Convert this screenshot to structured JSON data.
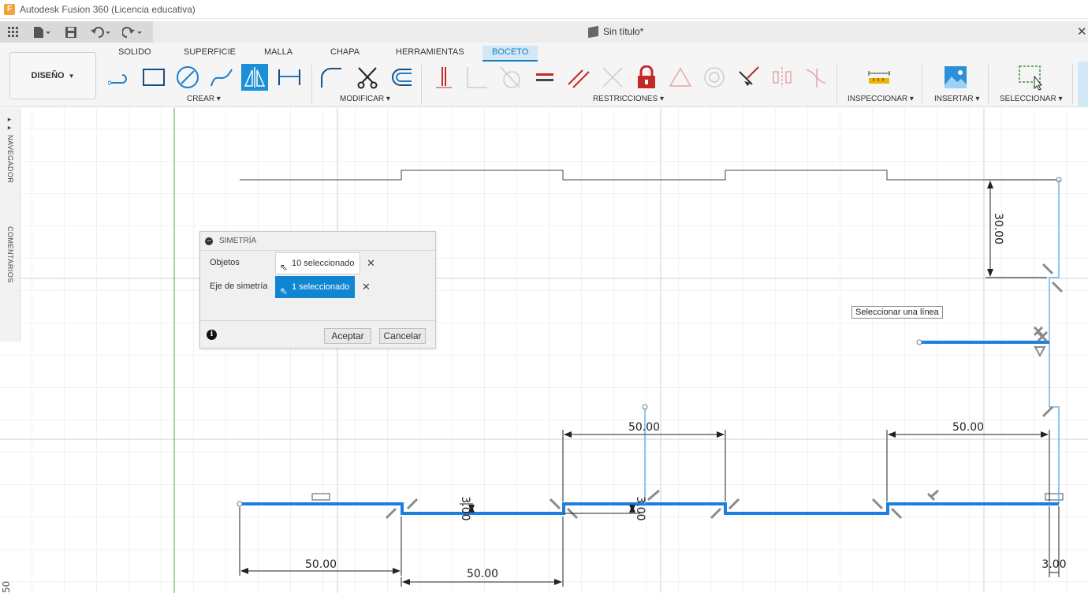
{
  "window": {
    "title": "Autodesk Fusion 360 (Licencia educativa)"
  },
  "document": {
    "name": "Sin título*"
  },
  "ribbon": {
    "workspace": "DISEÑO",
    "tabs": [
      "SOLIDO",
      "SUPERFICIE",
      "MALLA",
      "CHAPA",
      "HERRAMIENTAS",
      "BOCETO"
    ],
    "active_tab": "BOCETO",
    "groups": {
      "create": "CREAR",
      "modify": "MODIFICAR",
      "constraints": "RESTRICCIONES",
      "inspect": "INSPECCIONAR",
      "insert": "INSERTAR",
      "select": "SELECCIONAR"
    }
  },
  "side_panel": {
    "navigator": "NAVEGADOR",
    "comments": "COMENTARIOS"
  },
  "dialog": {
    "title": "SIMETRÍA",
    "objects_label": "Objetos",
    "objects_value": "10 seleccionado",
    "axis_label": "Eje de simetría",
    "axis_value": "1 seleccionado",
    "ok": "Aceptar",
    "cancel": "Cancelar"
  },
  "tooltip": "Seleccionar una línea",
  "dimensions": {
    "d_30": "30.00",
    "d_50_a": "50.00",
    "d_50_b": "50.00",
    "d_50_c": "50.00",
    "d_50_d": "50.00",
    "d_3_a": "3.00",
    "d_3_b": "3.00",
    "d_3_c": "3.00",
    "edge_50": "50"
  },
  "colors": {
    "accent": "#0f86d1",
    "sketch_line": "#1a7fe0",
    "grid": "#e4e4e4",
    "origin_axis": "#6dbb5c"
  }
}
